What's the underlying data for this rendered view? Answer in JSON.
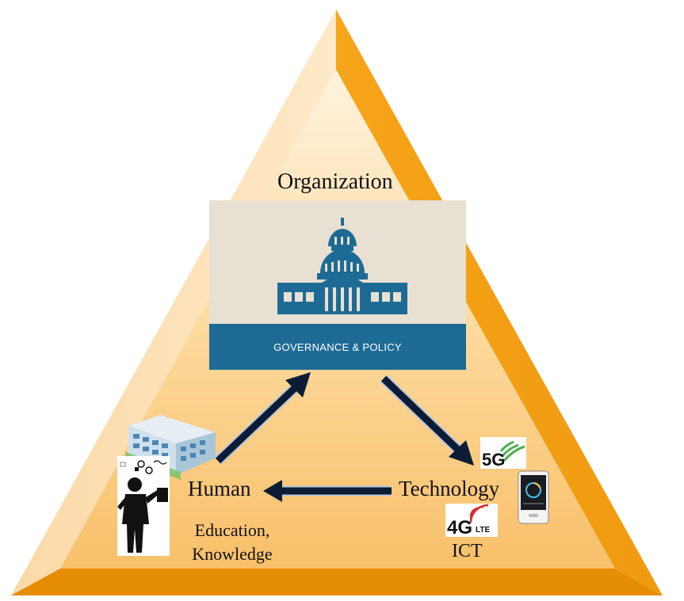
{
  "nodes": {
    "organization": "Organization",
    "human": "Human",
    "technology": "Technology"
  },
  "sublabels": {
    "human": "Education, Knowledge",
    "technology": "ICT"
  },
  "governance_card": {
    "caption": "GOVERNANCE & POLICY"
  },
  "icons": {
    "network_5g": "5G",
    "network_4g": "4G",
    "network_4g_suffix": "LTE"
  },
  "colors": {
    "triangle_outer": "#f4a01e",
    "triangle_inner": "#fbd08c",
    "governance_band": "#1d6b95",
    "arrow": "#0c1c36"
  }
}
